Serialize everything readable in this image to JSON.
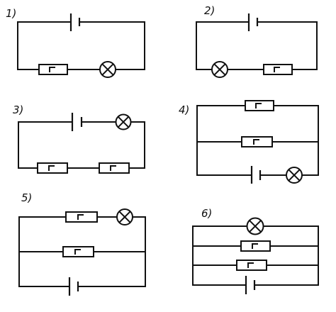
{
  "diagrams": [
    {
      "number": "1)",
      "description": "Series: battery, resistor, lamp"
    },
    {
      "number": "2)",
      "description": "Series: battery, lamp, resistor"
    },
    {
      "number": "3)",
      "description": "Series: battery, lamp, two resistors"
    },
    {
      "number": "4)",
      "description": "Parallel: two resistor branches, battery and lamp branch"
    },
    {
      "number": "5)",
      "description": "Parallel: resistor+lamp branch, resistor branch, battery branch"
    },
    {
      "number": "6)",
      "description": "Parallel: lamp, two resistors, battery branch"
    }
  ],
  "colors": {
    "ink": "#111111",
    "background": "#ffffff"
  },
  "symbols": {
    "resistor": "resistor-icon",
    "lamp": "lamp-icon",
    "battery": "battery-icon"
  }
}
